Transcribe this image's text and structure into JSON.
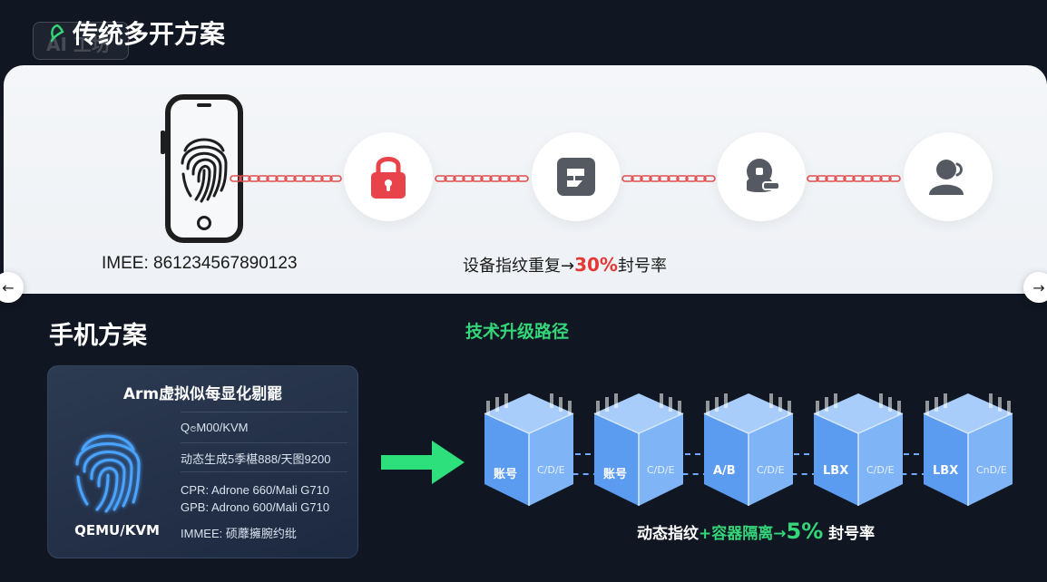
{
  "header": {
    "title": "传统多开方案",
    "watermark": "AI 工坊"
  },
  "top_panel": {
    "imei_label": "IMEE: 861234567890123",
    "stat_prefix": "设备指纹重复→",
    "stat_highlight": "30%",
    "stat_suffix": "封号率",
    "nodes": [
      {
        "icon": "lock-icon"
      },
      {
        "icon": "document-icon"
      },
      {
        "icon": "user-badge-icon"
      },
      {
        "icon": "user-icon"
      }
    ]
  },
  "nav": {
    "prev_symbol": "←",
    "next_symbol": "→"
  },
  "bottom": {
    "title": "手机方案",
    "upgrade_title": "技术升级路径",
    "card": {
      "title": "Arm虚拟似每显化剔罷",
      "specs": [
        "QၔM00/KVM",
        "动态生成5季椹888/天图9200",
        "CPR: Adrone 660/Mali G710",
        "GPB: Adrono 600/Mali G710",
        "IMMEE: 硕蘼擁腕约纰"
      ],
      "caption": "QEMU/KVM"
    },
    "cubes": [
      {
        "label": "账号",
        "sub": "C/D/E"
      },
      {
        "label": "账号",
        "sub": "C/D/E"
      },
      {
        "label": "A/B",
        "sub": "C/D/E"
      },
      {
        "label": "LBX",
        "sub": "C/D/E"
      },
      {
        "label": "LBX",
        "sub": "CnD/E"
      }
    ],
    "stat_prefix": "动态指纹",
    "stat_mid": "+容器隔离→",
    "stat_highlight": "5%",
    "stat_suffix": " 封号率"
  },
  "colors": {
    "accent_red": "#e53935",
    "accent_green": "#34d67a",
    "cube_blue": "#5b9bf0"
  }
}
